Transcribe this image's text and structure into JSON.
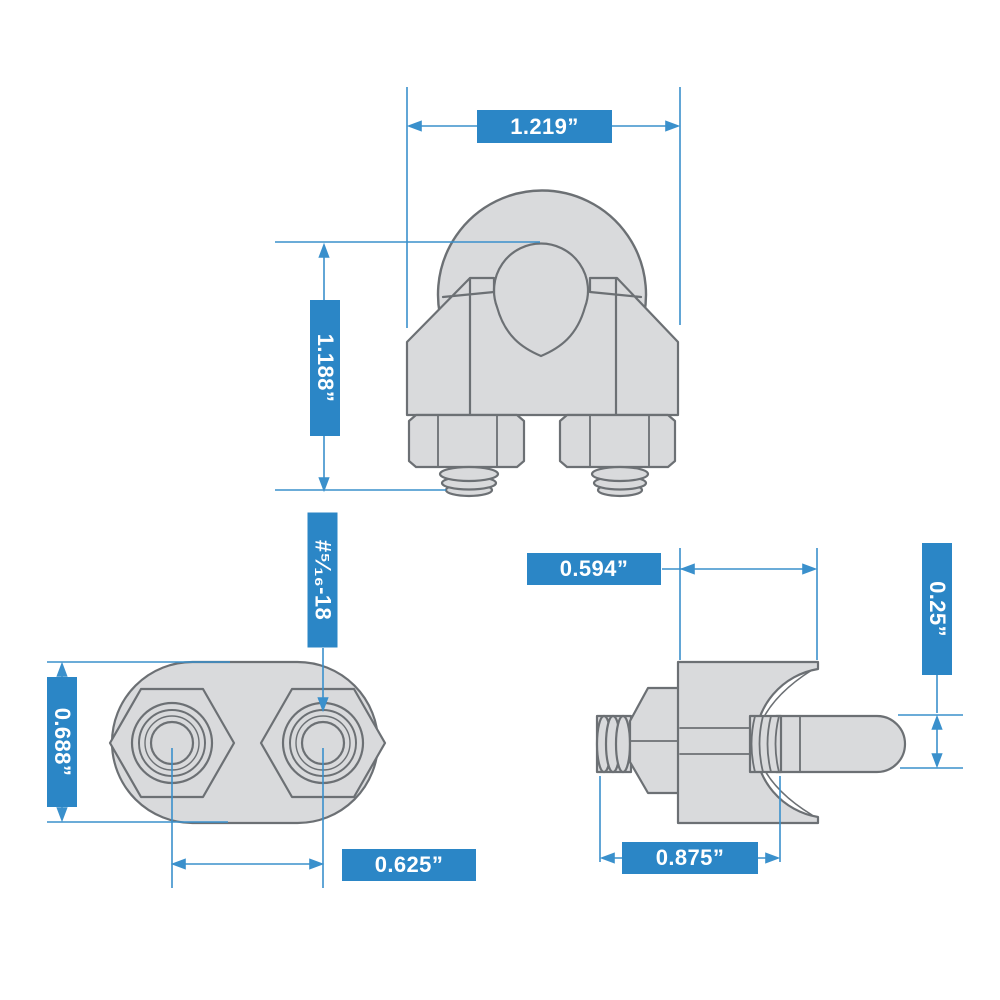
{
  "diagram": {
    "kind": "technical dimension drawing",
    "subject": "wire rope clip",
    "views": [
      "front",
      "top",
      "side"
    ]
  },
  "colors": {
    "badge_blue": "#2B86C6",
    "dim_line_blue": "#3A90CC",
    "part_outline": "#6C7074",
    "part_fill": "#D9DADC",
    "background": "#FFFFFF",
    "badge_text": "#FFFFFF"
  },
  "dimensions": {
    "front_width": "1.219”",
    "front_height": "1.188”",
    "thread_size": "#⁵⁄₁₆-18",
    "top_view_height": "0.688”",
    "bolt_center_spacing": "0.625”",
    "side_top_width": "0.594”",
    "rope_diameter": "0.25”",
    "side_base_width": "0.875”"
  }
}
